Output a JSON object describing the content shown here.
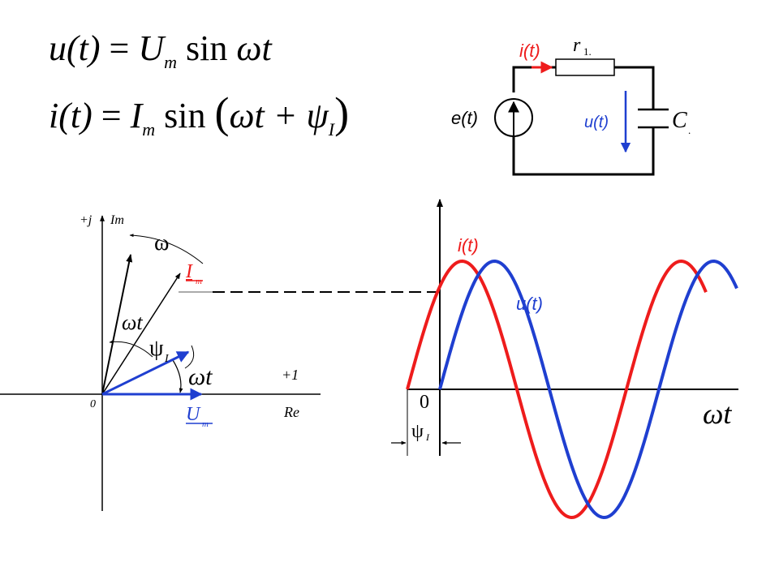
{
  "formulas": {
    "voltage": {
      "lhs": "u(t)",
      "rhs_amp": "U",
      "rhs_sub": "m",
      "rhs_func": "sin",
      "rhs_arg": "ωt"
    },
    "current": {
      "lhs": "i(t)",
      "rhs_amp": "I",
      "rhs_sub": "m",
      "rhs_func": "sin",
      "rhs_arg": "ωt + ψ",
      "rhs_arg_sub": "I"
    }
  },
  "circuit": {
    "current_label": "i(t)",
    "resistor_label": "r",
    "resistor_sub": "1.",
    "source_label": "e(t)",
    "voltage_label": "u(t)",
    "capacitor_label": "C",
    "capacitor_sub": "."
  },
  "phasor_diagram": {
    "imag_axis_sign": "+j",
    "imag_axis_name": "Im",
    "real_axis_sign": "+1",
    "real_axis_name": "Re",
    "origin": "0",
    "omega": "ω",
    "omega_t_upper": "ωt",
    "psi": "ψ",
    "psi_sub": "I",
    "omega_t_lower": "ωt",
    "current_phasor": "I",
    "current_phasor_sub": "m",
    "voltage_phasor": "U",
    "voltage_phasor_sub": "m"
  },
  "waveform": {
    "current_label": "i(t)",
    "voltage_label": "u(t)",
    "origin": "0",
    "x_axis_label": "ωt",
    "phase_label": "ψ",
    "phase_sub": "I",
    "current_color": "#ee1c1c",
    "voltage_color": "#1f3fd0"
  },
  "colors": {
    "red": "#ee1c1c",
    "blue": "#1f3fd0"
  }
}
